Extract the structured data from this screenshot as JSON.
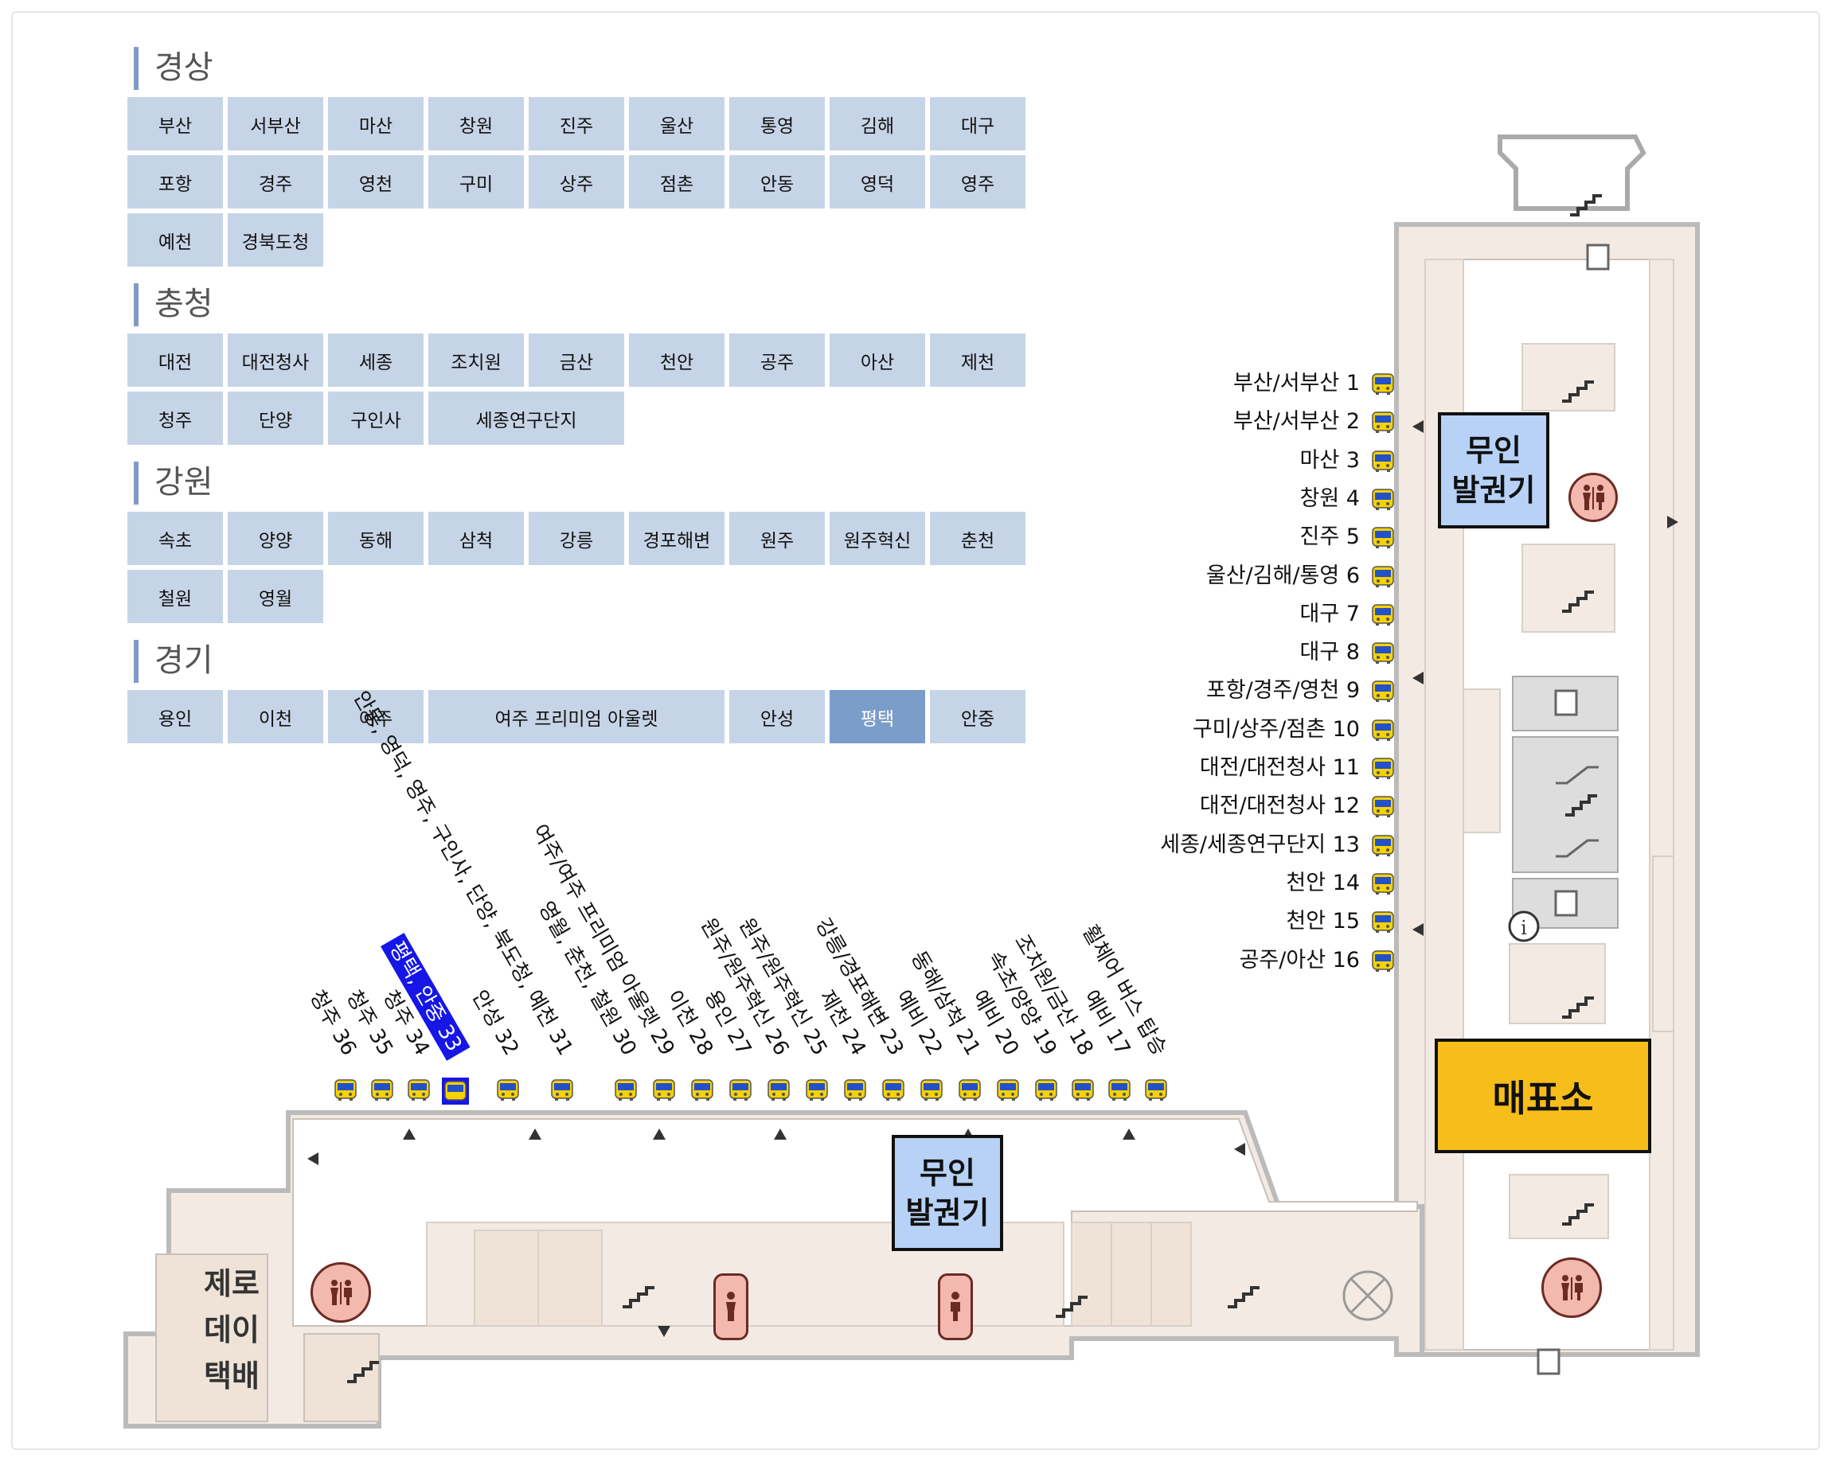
{
  "regions": [
    {
      "title": "경상",
      "items": [
        {
          "label": "부산"
        },
        {
          "label": "서부산"
        },
        {
          "label": "마산"
        },
        {
          "label": "창원"
        },
        {
          "label": "진주"
        },
        {
          "label": "울산"
        },
        {
          "label": "통영"
        },
        {
          "label": "김해"
        },
        {
          "label": "대구"
        },
        {
          "label": "포항"
        },
        {
          "label": "경주"
        },
        {
          "label": "영천"
        },
        {
          "label": "구미"
        },
        {
          "label": "상주"
        },
        {
          "label": "점촌"
        },
        {
          "label": "안동"
        },
        {
          "label": "영덕"
        },
        {
          "label": "영주"
        },
        {
          "label": "예천"
        },
        {
          "label": "경북도청"
        }
      ]
    },
    {
      "title": "충청",
      "items": [
        {
          "label": "대전"
        },
        {
          "label": "대전청사"
        },
        {
          "label": "세종"
        },
        {
          "label": "조치원"
        },
        {
          "label": "금산"
        },
        {
          "label": "천안"
        },
        {
          "label": "공주"
        },
        {
          "label": "아산"
        },
        {
          "label": "제천"
        },
        {
          "label": "청주"
        },
        {
          "label": "단양"
        },
        {
          "label": "구인사"
        },
        {
          "label": "세종연구단지",
          "span": 2
        }
      ]
    },
    {
      "title": "강원",
      "items": [
        {
          "label": "속초"
        },
        {
          "label": "양양"
        },
        {
          "label": "동해"
        },
        {
          "label": "삼척"
        },
        {
          "label": "강릉"
        },
        {
          "label": "경포해변"
        },
        {
          "label": "원주"
        },
        {
          "label": "원주혁신"
        },
        {
          "label": "춘천"
        },
        {
          "label": "철원"
        },
        {
          "label": "영월"
        }
      ]
    },
    {
      "title": "경기",
      "items": [
        {
          "label": "용인"
        },
        {
          "label": "이천"
        },
        {
          "label": "여주"
        },
        {
          "label": "여주 프리미엄 아울렛",
          "span": 3
        },
        {
          "label": "안성"
        },
        {
          "label": "평택",
          "selected": true
        },
        {
          "label": "안중"
        }
      ]
    }
  ],
  "gates_right": [
    {
      "label": "부산/서부산 1"
    },
    {
      "label": "부산/서부산 2"
    },
    {
      "label": "마산 3"
    },
    {
      "label": "창원 4"
    },
    {
      "label": "진주 5"
    },
    {
      "label": "울산/김해/통영 6"
    },
    {
      "label": "대구 7"
    },
    {
      "label": "대구 8"
    },
    {
      "label": "포항/경주/영천 9"
    },
    {
      "label": "구미/상주/점촌 10"
    },
    {
      "label": "대전/대전청사 11"
    },
    {
      "label": "대전/대전청사 12"
    },
    {
      "label": "세종/세종연구단지 13"
    },
    {
      "label": "천안 14"
    },
    {
      "label": "천안 15"
    },
    {
      "label": "공주/아산 16"
    }
  ],
  "gates_bottom": [
    {
      "label": "휠체어 버스 탑승"
    },
    {
      "label": "예비 17"
    },
    {
      "label": "조치원/금산 18"
    },
    {
      "label": "속초/양양 19"
    },
    {
      "label": "예비 20"
    },
    {
      "label": "동해/삼척 21"
    },
    {
      "label": "예비 22"
    },
    {
      "label": "강릉/경포해변 23"
    },
    {
      "label": "제천 24"
    },
    {
      "label": "원주/원주혁신 25"
    },
    {
      "label": "원주/원주혁신 26"
    },
    {
      "label": "용인 27"
    },
    {
      "label": "이천 28"
    },
    {
      "label": "여주/여주 프리미엄 아울렛 29"
    },
    {
      "label": "영월, 춘천, 철원 30"
    },
    {
      "label": "안동, 영덕, 영주, 구인사, 단양, 북도청, 예천 31"
    },
    {
      "label": "안성 32"
    },
    {
      "label": "평택, 안중 33",
      "highlight": true
    },
    {
      "label": "청주 34"
    },
    {
      "label": "청주 35"
    },
    {
      "label": "청주 36"
    }
  ],
  "kiosk_right": "무인\n발권기",
  "kiosk_bottom": "무인\n발권기",
  "ticket_office": "매표소",
  "zeroday": "제로\n데이\n택배",
  "colors": {
    "region_cell": "#c6d4e7",
    "selected_cell": "#7b9dc9",
    "highlight_gate": "#1616e6",
    "ticket_office": "#f7be1b",
    "kiosk": "#b7d2f6",
    "floor": "#f3ebe3",
    "restroom": "#f3b9ae"
  },
  "icons": [
    "bus-icon",
    "restroom-icon",
    "stairs-icon",
    "elevator-icon",
    "escalator-icon",
    "info-icon"
  ]
}
